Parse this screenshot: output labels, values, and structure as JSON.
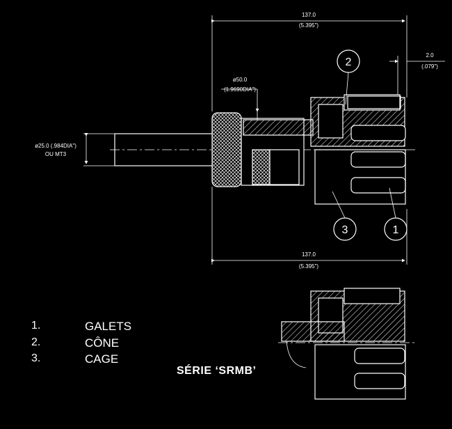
{
  "dimensions": {
    "top_length": "137.0",
    "top_length_in": "(5.395\")",
    "offset": "2.0",
    "offset_in": "(.079\")",
    "diameter": "ø50.0",
    "diameter_in": "(1.9690DIA\")",
    "shank": "ø25.0 (.984DIA\")",
    "shank_alt": "OU MT3",
    "bottom_length": "137.0",
    "bottom_length_in": "(5.395\")"
  },
  "callouts": [
    "1",
    "2",
    "3"
  ],
  "legend": [
    {
      "num": "1.",
      "label": "GALETS"
    },
    {
      "num": "2.",
      "label": "CÔNE"
    },
    {
      "num": "3.",
      "label": "CAGE"
    }
  ],
  "series_title": "SÉRIE ‘SRMB’",
  "colors": {
    "background": "#000000",
    "line": "#ffffff"
  }
}
